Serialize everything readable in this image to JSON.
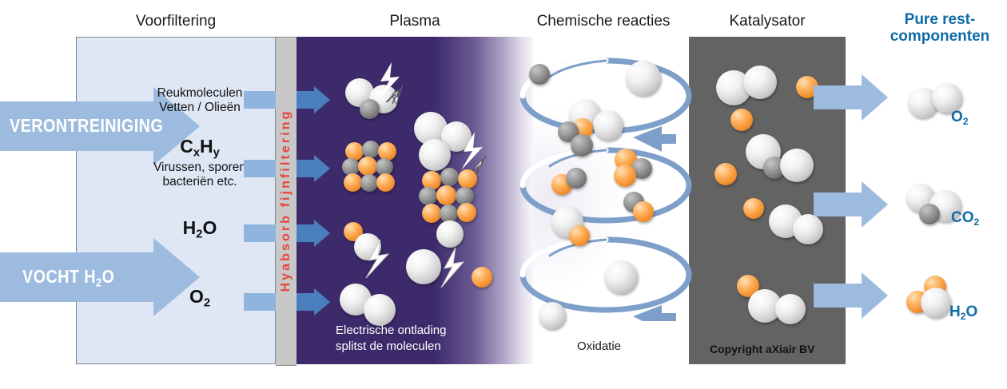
{
  "headers": [
    {
      "label": "Voorfiltering"
    },
    {
      "label": "Plasma"
    },
    {
      "label": "Chemische reacties"
    },
    {
      "label": "Katalysator"
    }
  ],
  "output_heading": {
    "line1": "Pure rest-",
    "line2": "componenten"
  },
  "filter_strip": {
    "label": "Hyabsorb fijnfiltering",
    "color": "#e8443c"
  },
  "inlet_arrows": [
    {
      "label": "VERONTREINIGING"
    },
    {
      "label": "VOCHT H",
      "sub": "2",
      "label_tail": "O"
    }
  ],
  "prefilter_items": [
    {
      "line1": "Reukmoleculen",
      "line2": "Vetten / Olieën",
      "style": "small"
    },
    {
      "formula": "C",
      "sub1": "x",
      "mid": "H",
      "sub2": "y",
      "line2": "Virussen, sporen",
      "line3": "bacteriën etc.",
      "style": "big"
    },
    {
      "formula": "H",
      "sub1": "2",
      "mid": "O",
      "style": "big"
    },
    {
      "formula": "O",
      "sub1": "2",
      "style": "big"
    }
  ],
  "zone_captions": {
    "plasma_line1": "Electrische ontlading",
    "plasma_line2": "splitst de moleculen",
    "chem": "Oxidatie",
    "catalyst_copyright": "Copyright aXiair BV"
  },
  "outputs": [
    {
      "formula": "O",
      "sub": "2"
    },
    {
      "formula": "CO",
      "sub": "2"
    },
    {
      "formula": "H",
      "sub": "2",
      "tail": "O"
    }
  ],
  "colors": {
    "prefilter_bg": "#dfe7f5",
    "plasma_bg": "#3c2a6b",
    "catalyst_bg": "#636363",
    "filter_strip_bg": "#c8c8c8",
    "arrow_blue": "#9cbbdf",
    "feed_blue": "#4a7fbe",
    "accent_blue": "#0f6ca8",
    "atom_white": "#f2f2f2",
    "atom_grey": "#8c8c8c",
    "atom_orange": "#f08a2a"
  }
}
